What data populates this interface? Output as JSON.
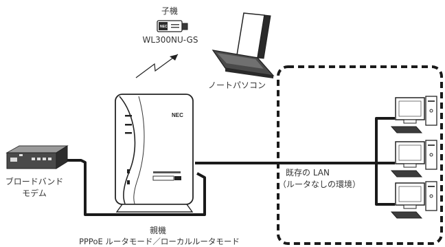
{
  "labels": {
    "child_title": "子機",
    "child_model": "WL300NU-GS",
    "laptop": "ノートパソコン",
    "modem_line1": "ブロードバンド",
    "modem_line2": "モデム",
    "parent_title": "親機",
    "parent_modes": "PPPoE ルータモード／ローカルルータモード",
    "lan_line1": "既存の LAN",
    "lan_line2": "（ルータなしの環境）",
    "router_brand": "NEC",
    "adapter_brand": "NEC"
  },
  "colors": {
    "cable": "#1a1a1a",
    "device_stroke": "#333333",
    "border_dash": "#1a1a1a"
  }
}
